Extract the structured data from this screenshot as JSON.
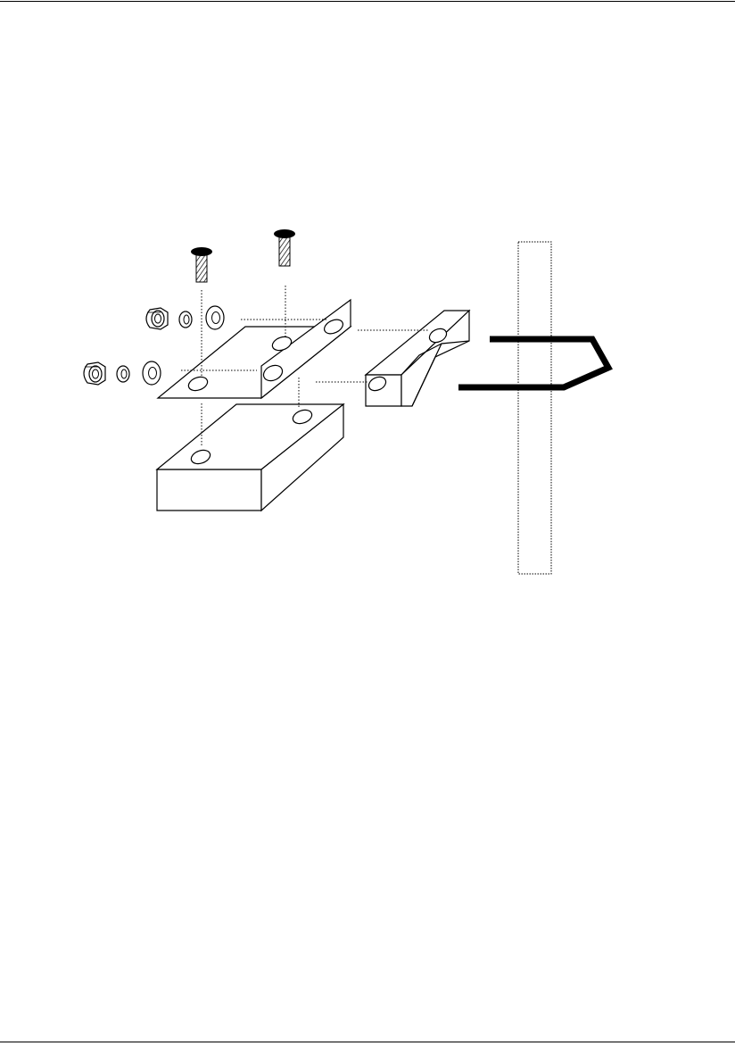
{
  "page": {
    "background": "#ffffff",
    "line_color": "#000000",
    "dotted_line_color": "#000000"
  },
  "diagram": {
    "labels": [],
    "parts": [
      "screw-icon",
      "hex-nut-icon",
      "lock-washer-icon",
      "flat-washer-icon",
      "mounting-plate",
      "mounting-block",
      "bracket",
      "u-bolt",
      "mast-pole"
    ]
  }
}
